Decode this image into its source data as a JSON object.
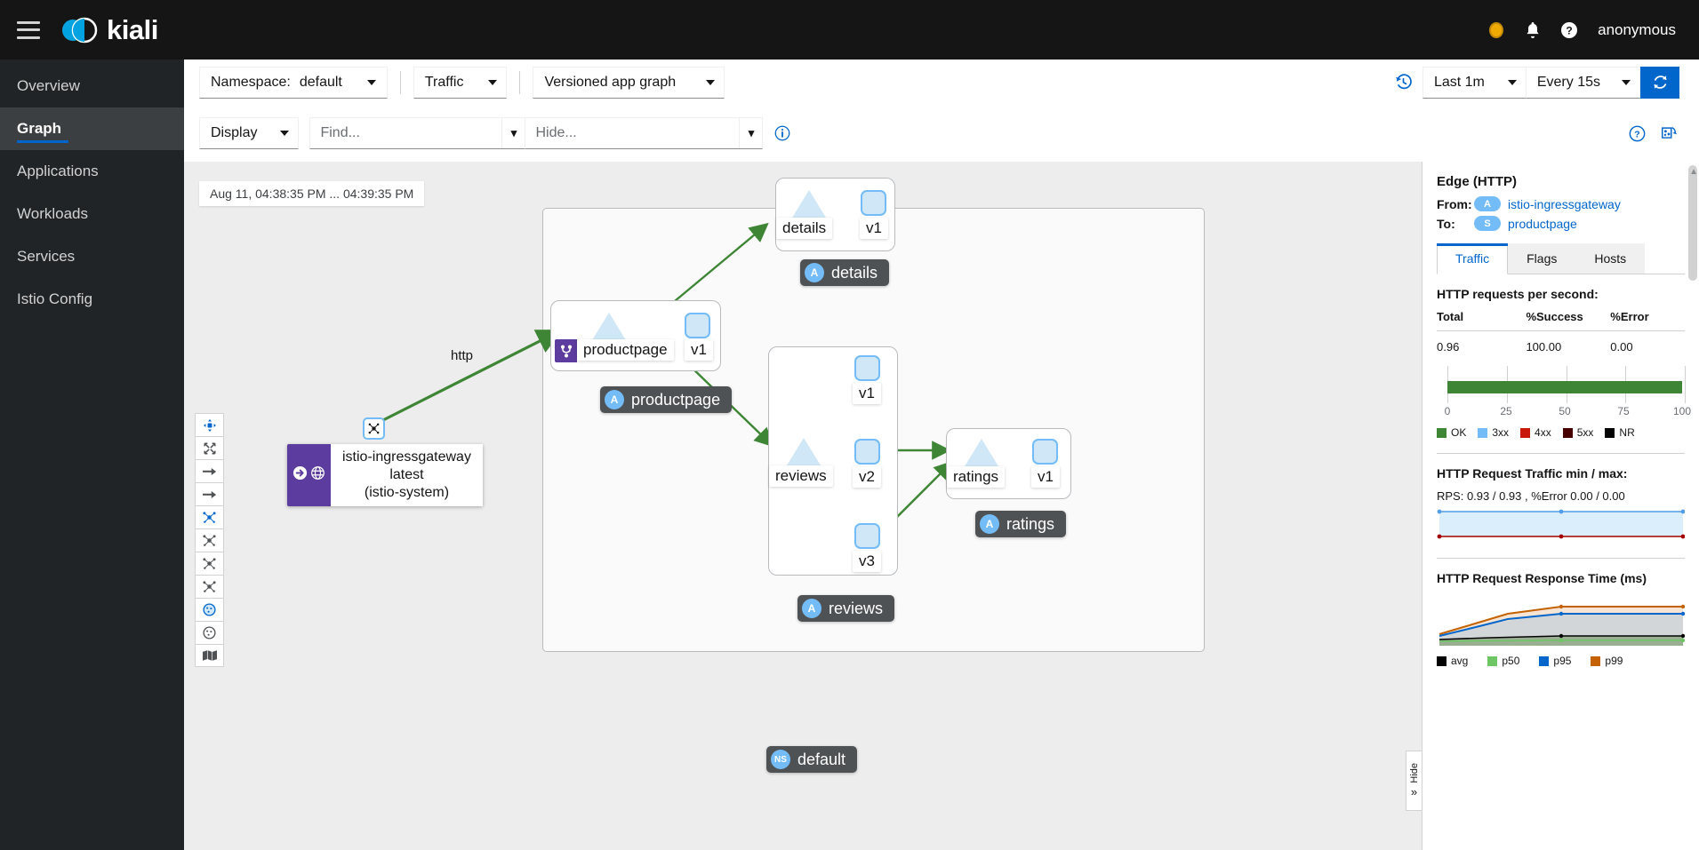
{
  "masthead": {
    "menu_icon": "hamburger-icon",
    "brand": "kiali",
    "status_icon": "status-ring-icon",
    "bell_icon": "bell-icon",
    "help_icon": "help-circle-icon",
    "username": "anonymous"
  },
  "sidebar": {
    "items": [
      {
        "label": "Overview",
        "active": false
      },
      {
        "label": "Graph",
        "active": true
      },
      {
        "label": "Applications",
        "active": false
      },
      {
        "label": "Workloads",
        "active": false
      },
      {
        "label": "Services",
        "active": false
      },
      {
        "label": "Istio Config",
        "active": false
      }
    ]
  },
  "toolbar": {
    "namespace_label": "Namespace:",
    "namespace_value": "default",
    "traffic_label": "Traffic",
    "graph_type": "Versioned app graph",
    "display_label": "Display",
    "find_placeholder": "Find...",
    "hide_placeholder": "Hide...",
    "info_icon": "info-circle-icon",
    "history_icon": "history-icon",
    "time_range": "Last 1m",
    "refresh_interval": "Every 15s",
    "refresh_icon": "refresh-icon",
    "help_icon": "help-circle-icon",
    "legend_icon": "graph-legend-icon"
  },
  "graph": {
    "timestamp": "Aug 11, 04:38:35 PM ... 04:39:35 PM",
    "namespace_badge": {
      "badge": "NS",
      "label": "default"
    },
    "edge_label_http": "http",
    "gateway": {
      "name": "istio-ingressgateway",
      "version": "latest",
      "namespace": "(istio-system)",
      "badge_icons": [
        "arrow-circle-icon",
        "globe-icon"
      ],
      "node_icon": "mesh-node-icon"
    },
    "groups": [
      {
        "service": "details",
        "workloads": [
          "v1"
        ],
        "badge": {
          "letter": "A",
          "label": "details"
        }
      },
      {
        "service": "productpage",
        "workloads": [
          "v1"
        ],
        "badge": {
          "letter": "A",
          "label": "productpage"
        },
        "virtual_service_icon": "virtual-service-icon"
      },
      {
        "service": "reviews",
        "workloads": [
          "v1",
          "v2",
          "v3"
        ],
        "badge": {
          "letter": "A",
          "label": "reviews"
        }
      },
      {
        "service": "ratings",
        "workloads": [
          "v1"
        ],
        "badge": {
          "letter": "A",
          "label": "ratings"
        }
      }
    ],
    "tools": [
      "zoom-fit-icon",
      "expand-icon",
      "arrow-right-icon",
      "arrow-right-alt-icon",
      "layout-dagre-icon",
      "layout-cola-icon",
      "layout-grid-icon",
      "layout-concentric-icon",
      "namespace-box-on-icon",
      "namespace-box-off-icon",
      "minimap-icon"
    ]
  },
  "panel": {
    "title": "Edge (HTTP)",
    "from_label": "From:",
    "from_badge": "A",
    "from_value": "istio-ingressgateway",
    "to_label": "To:",
    "to_badge": "S",
    "to_value": "productpage",
    "tabs": [
      {
        "label": "Traffic",
        "active": true
      },
      {
        "label": "Flags",
        "active": false
      },
      {
        "label": "Hosts",
        "active": false
      }
    ],
    "rps_title": "HTTP requests per second:",
    "rps_headers": [
      "Total",
      "%Success",
      "%Error"
    ],
    "rps_values": [
      "0.96",
      "100.00",
      "0.00"
    ],
    "traffic_minmax_title": "HTTP Request Traffic min / max:",
    "traffic_minmax_value": "RPS: 0.93 / 0.93 , %Error 0.00 / 0.00",
    "response_time_title": "HTTP Request Response Time (ms)",
    "hide_tab_label": "Hide",
    "hide_tab_icon": "chevron-double-right-icon"
  },
  "chart_data": [
    {
      "type": "bar",
      "title": "HTTP requests per second distribution",
      "orientation": "horizontal",
      "categories": [
        "OK"
      ],
      "values": [
        100
      ],
      "xlabel": "",
      "ylabel": "",
      "xlim": [
        0,
        100
      ],
      "ticks": [
        0,
        25,
        50,
        75,
        100
      ],
      "tick_labels": [
        "0",
        "25",
        "50",
        "75",
        "100"
      ],
      "grid": true,
      "legend_position": "bottom",
      "legend": [
        {
          "name": "OK",
          "color": "#3e8635",
          "value": 100
        },
        {
          "name": "3xx",
          "color": "#73bcf7",
          "value": 0
        },
        {
          "name": "4xx",
          "color": "#c9190b",
          "value": 0
        },
        {
          "name": "5xx",
          "color": "#470000",
          "value": 0
        },
        {
          "name": "NR",
          "color": "#030303",
          "value": 0
        }
      ]
    },
    {
      "type": "area",
      "title": "HTTP Request Traffic min / max",
      "subtitle": "RPS: 0.93 / 0.93 , %Error 0.00 / 0.00",
      "x": [
        0,
        1,
        2
      ],
      "series": [
        {
          "name": "RPS",
          "values": [
            0.93,
            0.93,
            0.93
          ],
          "color": "#519de9",
          "fill": "#dbeefc"
        },
        {
          "name": "%Error",
          "values": [
            0.0,
            0.0,
            0.0
          ],
          "color": "#a30000",
          "fill": "none"
        }
      ],
      "ylim": [
        0,
        1
      ],
      "grid": false,
      "legend_position": "none"
    },
    {
      "type": "area",
      "title": "HTTP Request Response Time (ms)",
      "x": [
        0,
        1,
        2,
        3,
        4
      ],
      "series": [
        {
          "name": "avg",
          "values": [
            4,
            6,
            8,
            8,
            8
          ],
          "color": "#030303"
        },
        {
          "name": "p50",
          "values": [
            3,
            4,
            5,
            5,
            5
          ],
          "color": "#6ec664"
        },
        {
          "name": "p95",
          "values": [
            6,
            16,
            26,
            28,
            28
          ],
          "color": "#06c"
        },
        {
          "name": "p99",
          "values": [
            7,
            22,
            34,
            36,
            36
          ],
          "color": "#c46100"
        }
      ],
      "ylim": [
        0,
        40
      ],
      "grid": false,
      "legend_position": "bottom",
      "legend": [
        {
          "name": "avg",
          "color": "#030303"
        },
        {
          "name": "p50",
          "color": "#6ec664"
        },
        {
          "name": "p95",
          "color": "#06c"
        },
        {
          "name": "p99",
          "color": "#c46100"
        }
      ]
    }
  ]
}
